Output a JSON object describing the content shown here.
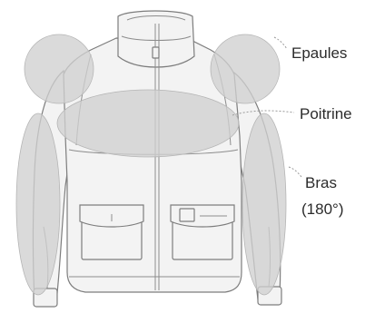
{
  "labels": {
    "shoulders": "Epaules",
    "chest": "Poitrine",
    "arms_line1": "Bras",
    "arms_line2": "(180°)"
  },
  "colors": {
    "zone_fill": "#cfcfcf",
    "jacket_fill": "#f3f3f3",
    "outline": "#7d7d7d",
    "label_text": "#2b2b2b"
  }
}
